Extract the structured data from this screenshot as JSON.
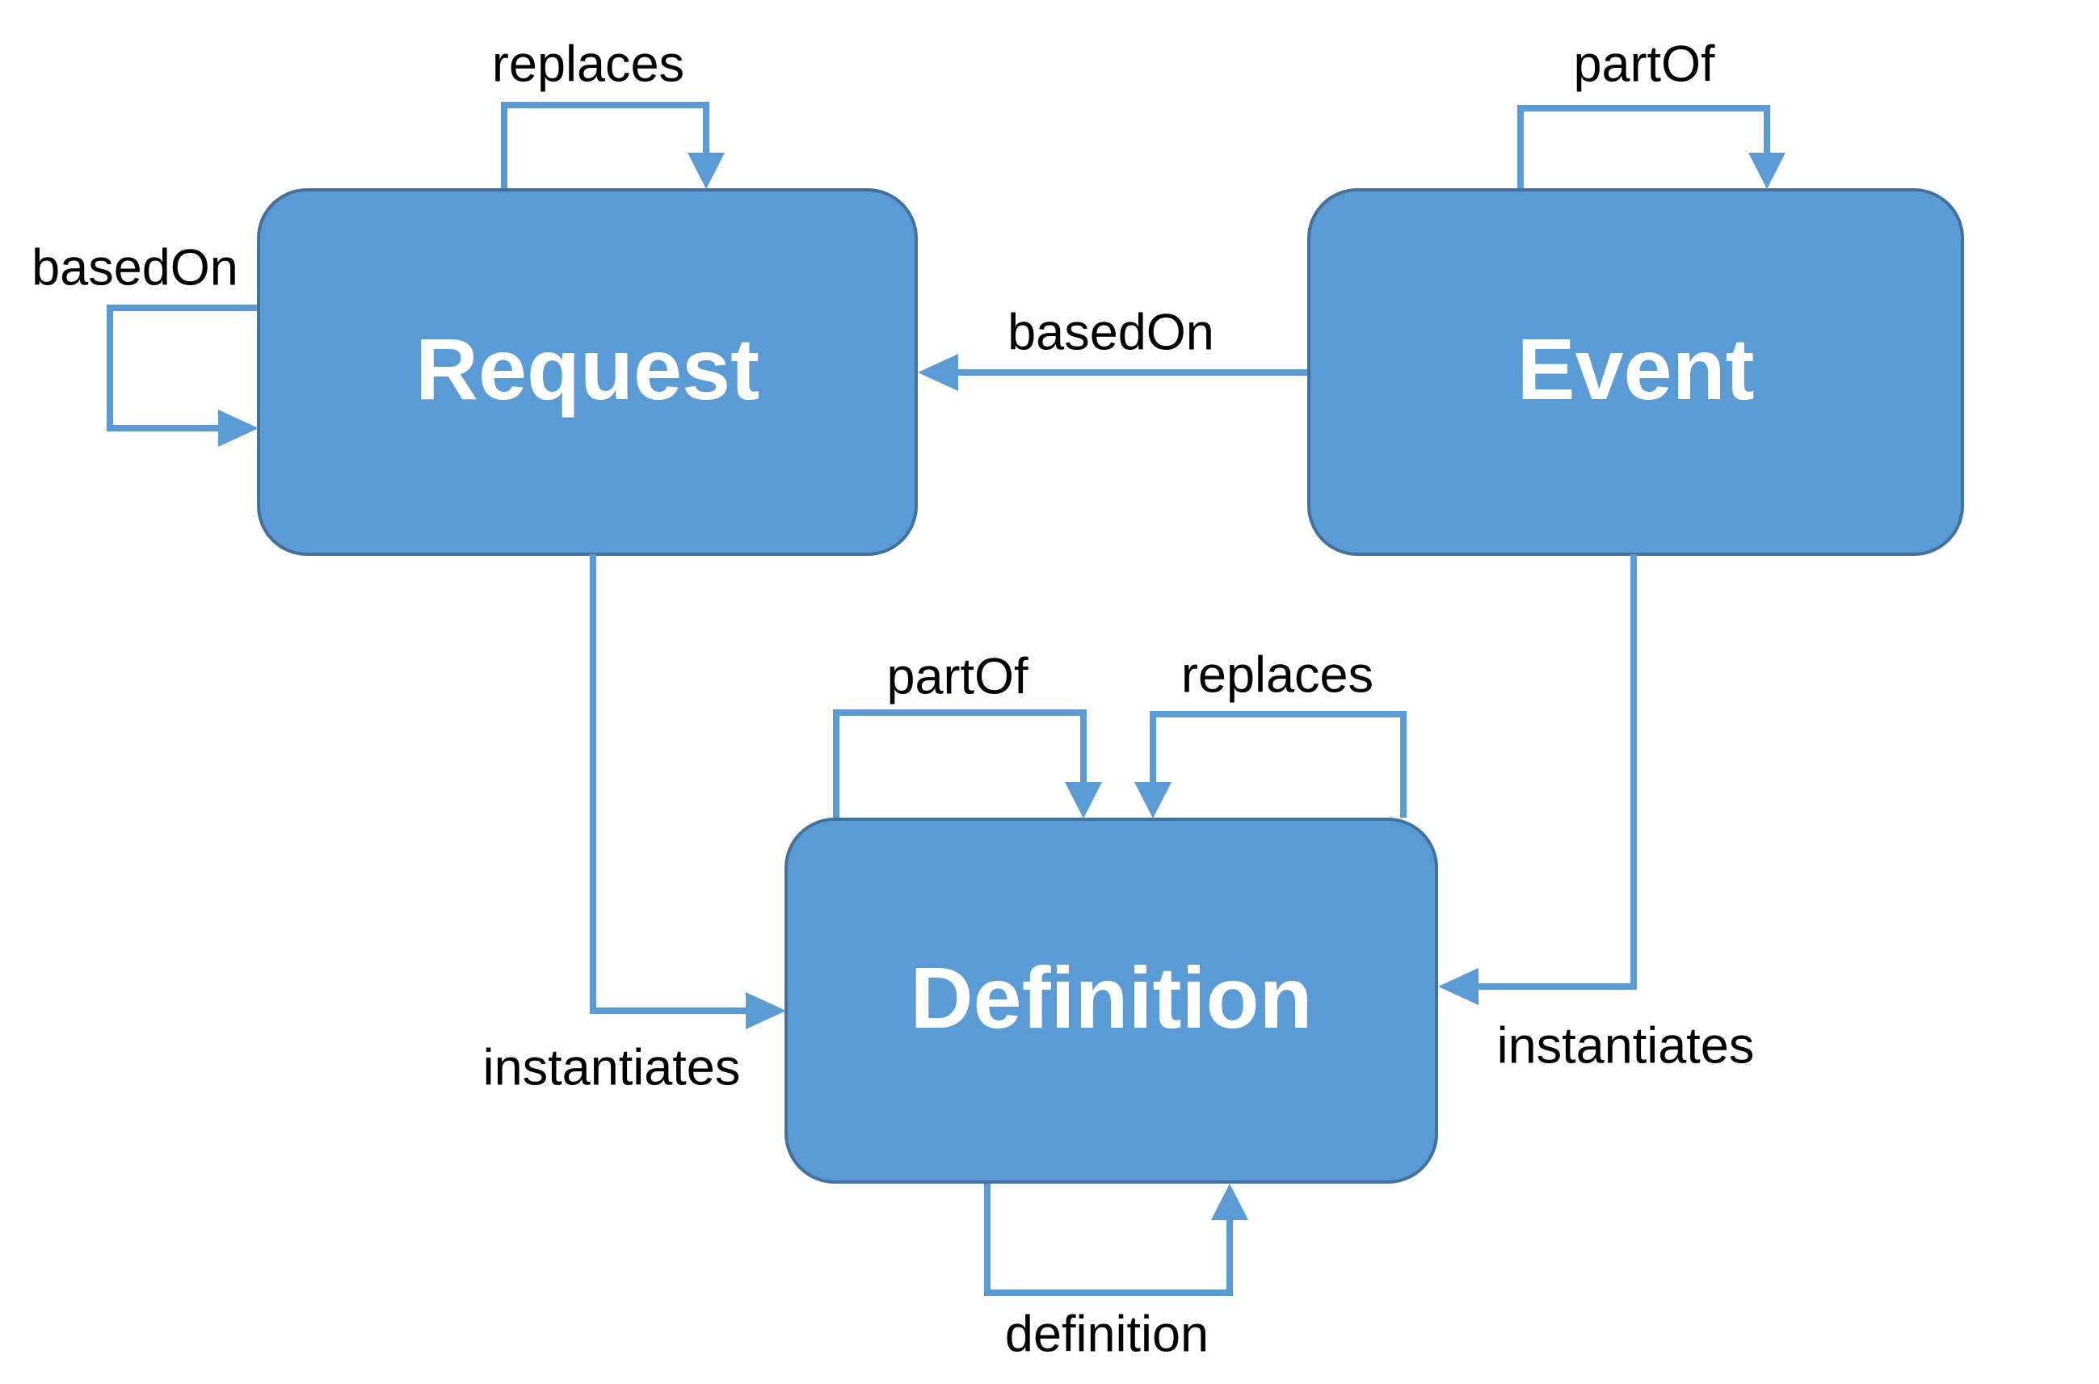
{
  "diagram": {
    "title": "",
    "nodes": [
      {
        "id": "request",
        "label": "Request"
      },
      {
        "id": "event",
        "label": "Event"
      },
      {
        "id": "definition",
        "label": "Definition"
      }
    ],
    "edges": [
      {
        "label": "replaces",
        "from": "Request",
        "to": "Request",
        "type": "self-loop-top"
      },
      {
        "label": "basedOn",
        "from": "Request",
        "to": "Request",
        "type": "self-loop-left"
      },
      {
        "label": "partOf",
        "from": "Event",
        "to": "Event",
        "type": "self-loop-top"
      },
      {
        "label": "basedOn",
        "from": "Event",
        "to": "Request",
        "type": "straight"
      },
      {
        "label": "instantiates",
        "from": "Request",
        "to": "Definition",
        "type": "elbow"
      },
      {
        "label": "instantiates",
        "from": "Event",
        "to": "Definition",
        "type": "elbow"
      },
      {
        "label": "partOf",
        "from": "Definition",
        "to": "Definition",
        "type": "self-loop-top"
      },
      {
        "label": "replaces",
        "from": "Definition",
        "to": "Definition",
        "type": "self-loop-top"
      },
      {
        "label": "definition",
        "from": "Definition",
        "to": "Definition",
        "type": "self-loop-bottom"
      }
    ],
    "colors": {
      "node_fill": "#5b9bd5",
      "node_border": "#41719c",
      "connector": "#5b9bd5",
      "node_text": "#ffffff",
      "edge_text": "#000000",
      "background": "#ffffff"
    }
  }
}
